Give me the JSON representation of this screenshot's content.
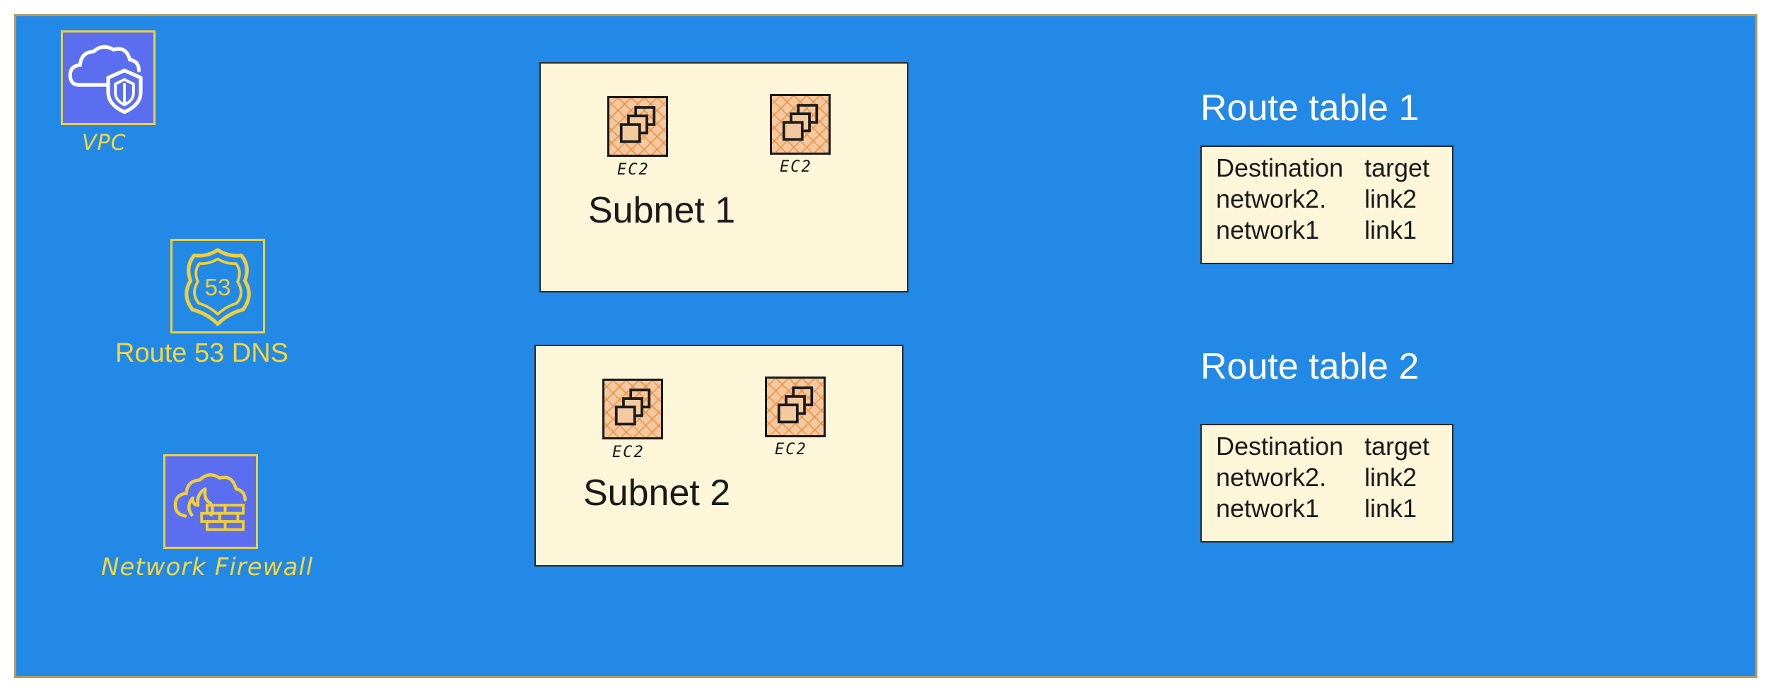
{
  "services": {
    "vpc": {
      "label": "VPC",
      "icon": "vpc-cloud-shield-icon",
      "bg": "#5b6ef0"
    },
    "route53": {
      "label": "Route 53 DNS",
      "icon": "route53-shield-icon",
      "badge": "53"
    },
    "firewall": {
      "label": "Network Firewall",
      "icon": "network-firewall-icon",
      "bg": "#5b6ef0"
    }
  },
  "subnets": [
    {
      "title": "Subnet 1",
      "instances": [
        {
          "label": "EC2"
        },
        {
          "label": "EC2"
        }
      ]
    },
    {
      "title": "Subnet 2",
      "instances": [
        {
          "label": "EC2"
        },
        {
          "label": "EC2"
        }
      ]
    }
  ],
  "route_tables": [
    {
      "title": "Route table 1",
      "header": [
        "Destination",
        "target"
      ],
      "rows": [
        [
          "network2.",
          "link2"
        ],
        [
          "network1",
          "link1"
        ]
      ]
    },
    {
      "title": "Route table 2",
      "header": [
        "Destination",
        "target"
      ],
      "rows": [
        [
          "network2.",
          "link2"
        ],
        [
          "network1",
          "link1"
        ]
      ]
    }
  ],
  "colors": {
    "vpc_background": "#2389e6",
    "service_accent": "#f0cf3a",
    "box_fill": "#fdf6d9",
    "ec2_fill": "#f4c9a0"
  }
}
